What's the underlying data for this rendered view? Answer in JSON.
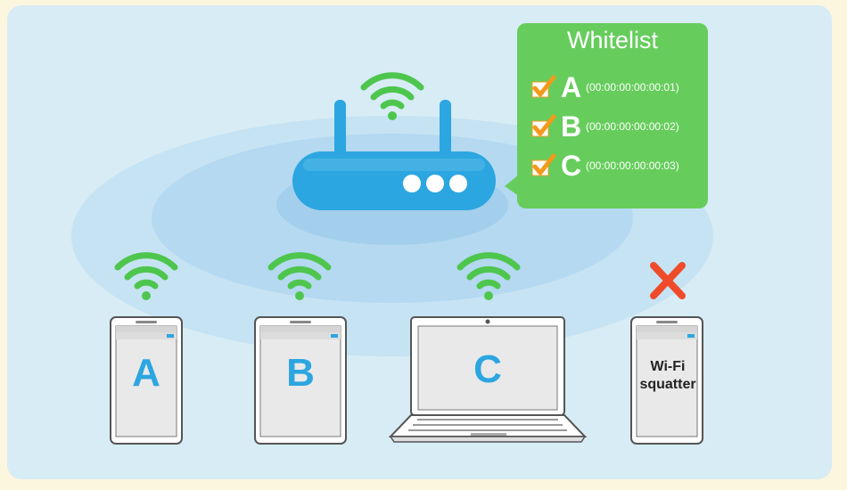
{
  "whitelist": {
    "title": "Whitelist",
    "entries": [
      {
        "letter": "A",
        "mac": "(00:00:00:00:00:01)"
      },
      {
        "letter": "B",
        "mac": "(00:00:00:00:00:02)"
      },
      {
        "letter": "C",
        "mac": "(00:00:00:00:00:03)"
      }
    ]
  },
  "devices": {
    "a": {
      "label": "A"
    },
    "b": {
      "label": "B"
    },
    "c": {
      "label": "C"
    },
    "squatter": {
      "line1": "Wi-Fi",
      "line2": "squatter"
    }
  },
  "colors": {
    "background": "#fdf6df",
    "panel": "#d7ecf5",
    "router": "#2ca6e0",
    "wifi_signal": "#4ec64e",
    "whitelist_bubble": "#66cd5c",
    "check": "#f39a1c",
    "reject_cross": "#ef4b2a",
    "device_letter": "#2ca6e0"
  },
  "icons": [
    "router-icon",
    "wifi-signal-icon",
    "phone-icon",
    "tablet-icon",
    "laptop-icon",
    "checkmark-icon",
    "cross-icon"
  ]
}
